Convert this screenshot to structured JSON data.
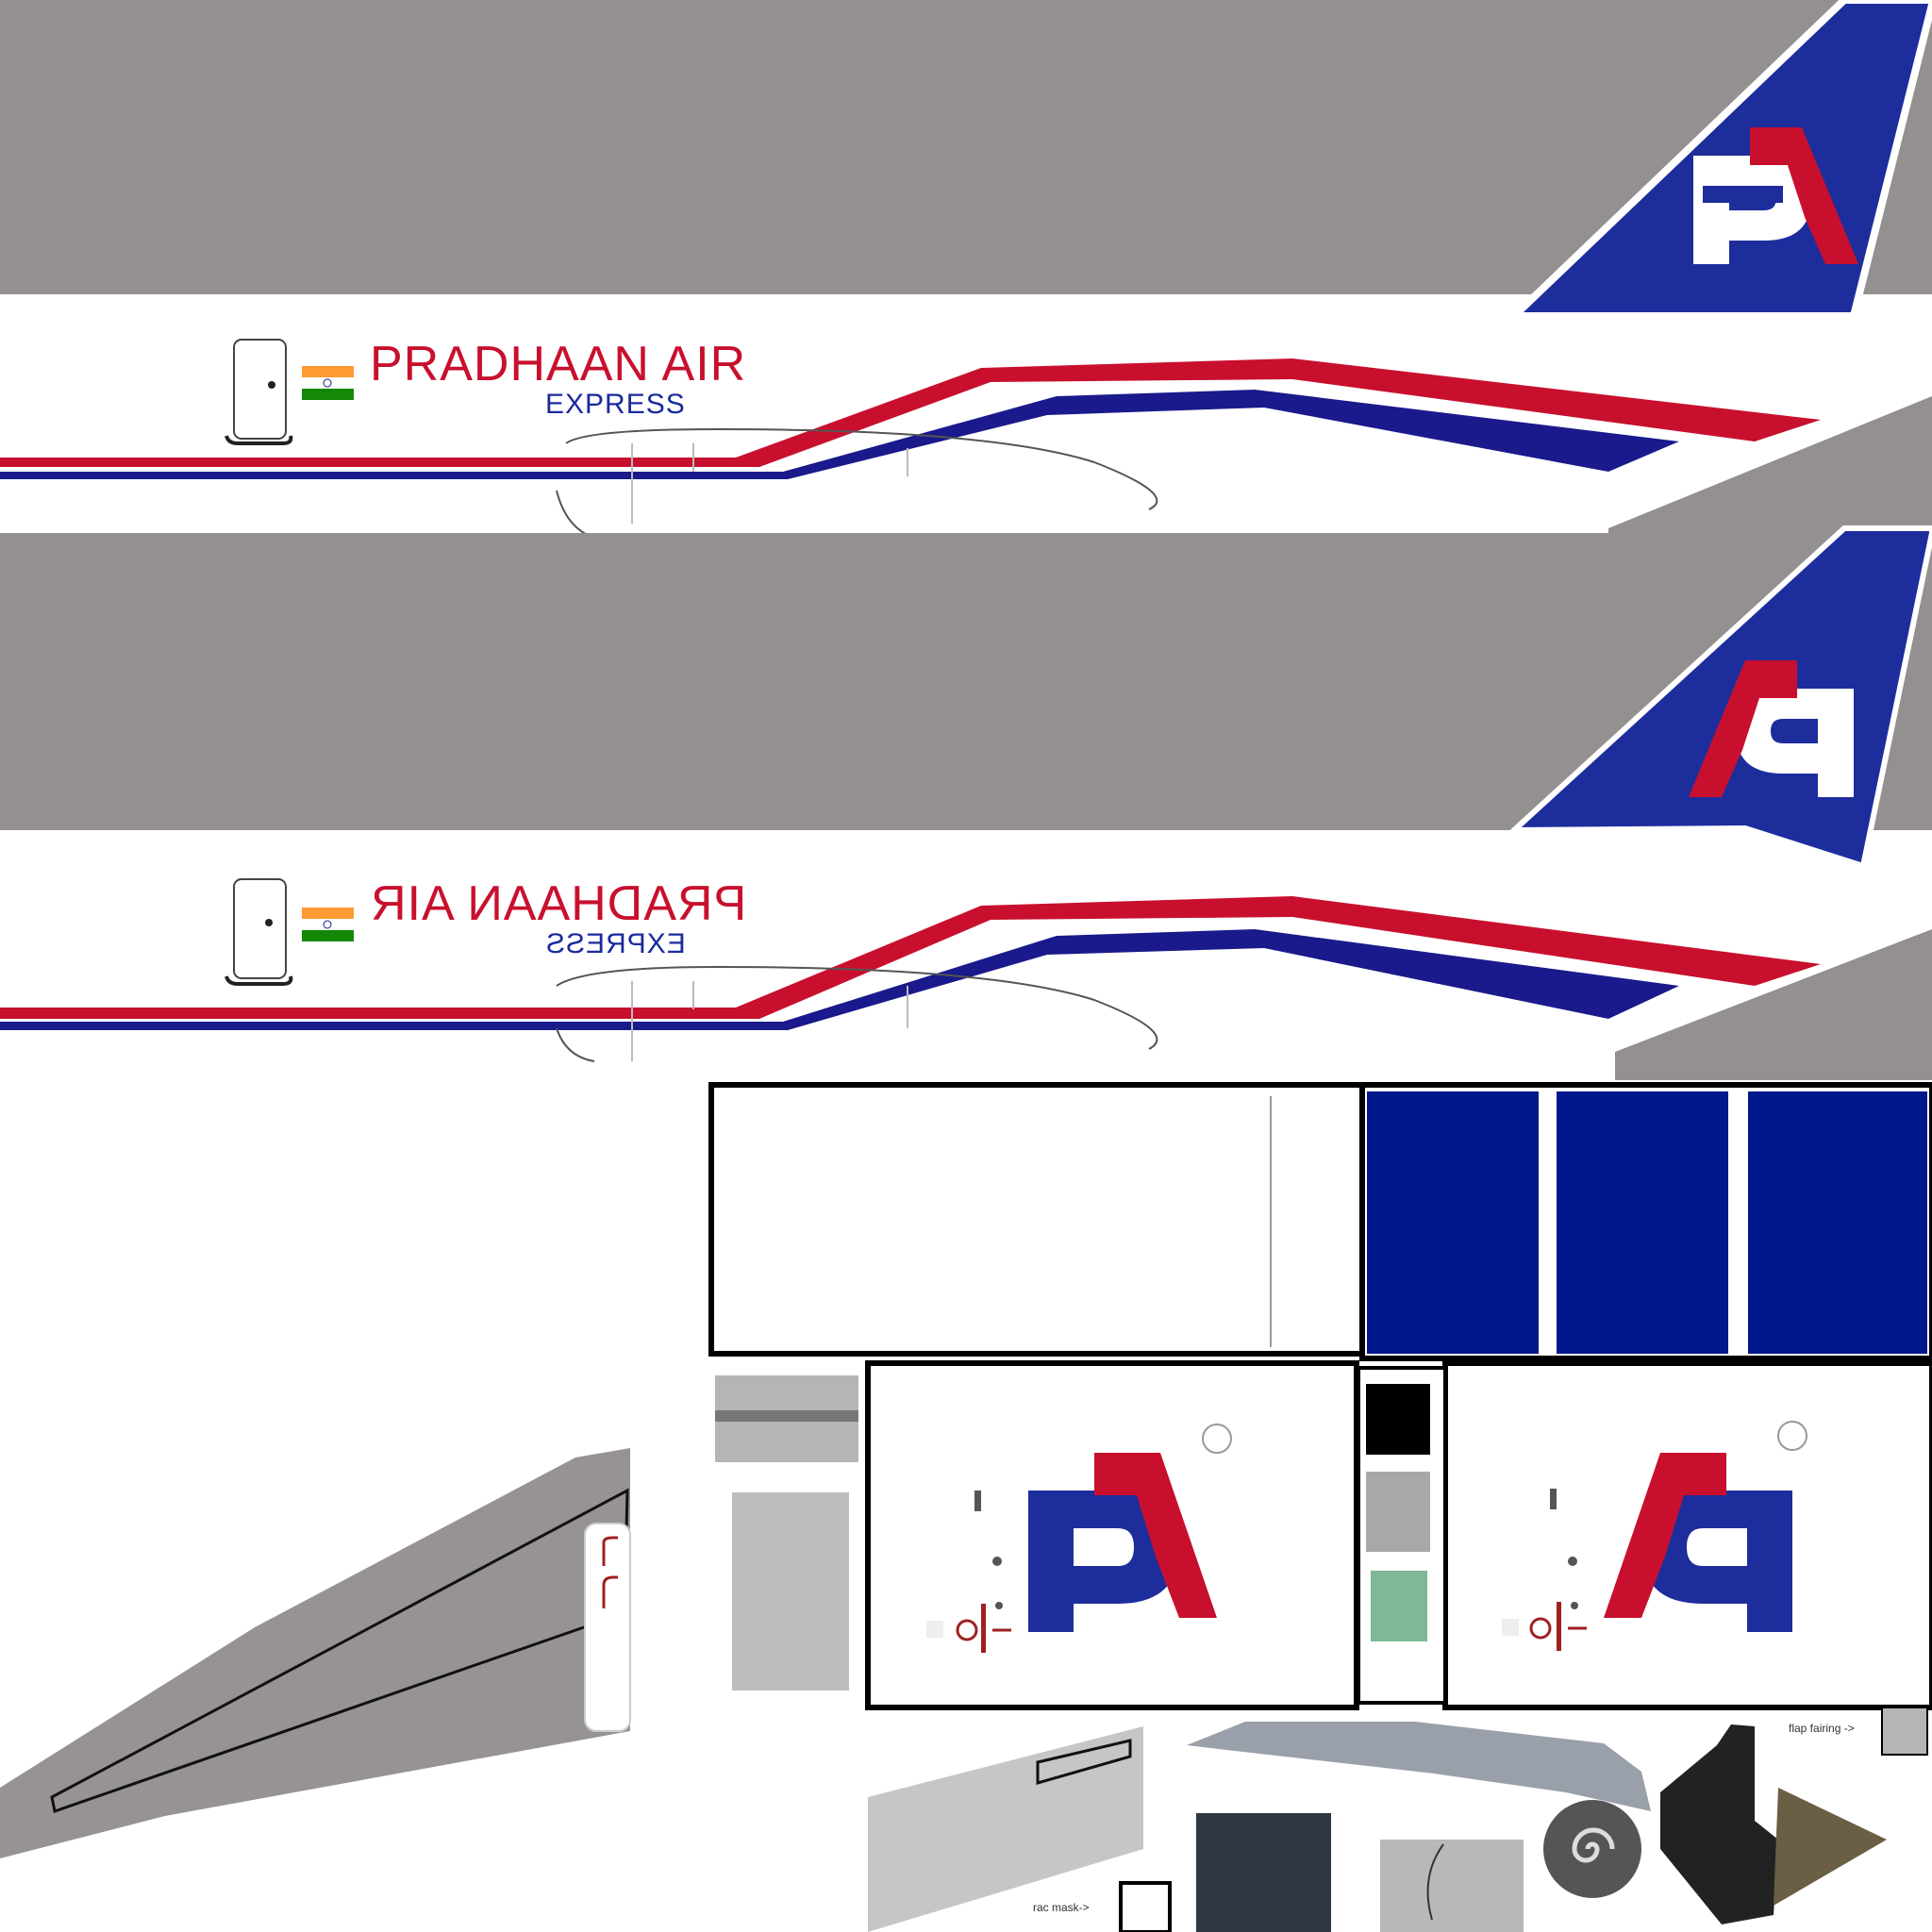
{
  "livery": {
    "airline_name": "PRADHAAN AIR",
    "airline_subtitle": "EXPRESS",
    "logo_letters": "PA"
  },
  "labels": {
    "flap_fairing": "flap fairing ->",
    "rac_mask": "rac mask->"
  },
  "colors": {
    "background_gray": "#949090",
    "stripe_red": "#c8102e",
    "stripe_blue": "#1a1a8c",
    "tail_blue": "#1e2d9c",
    "panel_blue": "#00188c",
    "flag_saffron": "#ff9933",
    "flag_green": "#138808"
  },
  "icons": [
    "door-icon",
    "india-flag-icon",
    "pa-logo-icon",
    "spiral-icon"
  ]
}
